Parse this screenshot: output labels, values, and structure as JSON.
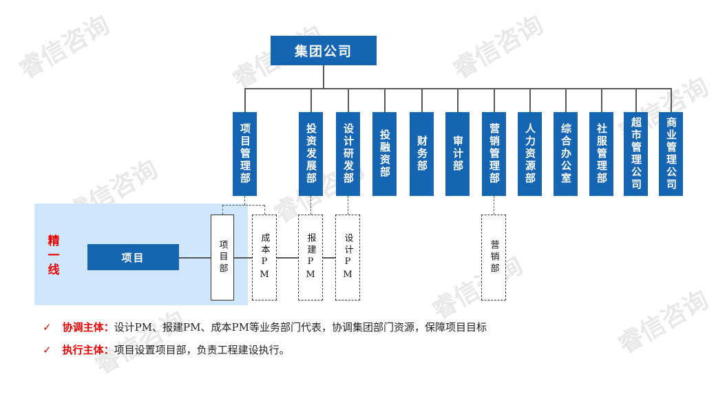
{
  "root": "集团公司",
  "departments": [
    "项目管理部",
    "投资发展部",
    "设计研发部",
    "投融资部",
    "财务部",
    "审计部",
    "营销管理部",
    "人力资源部",
    "综合办公室",
    "社服管理部",
    "超市管理公司",
    "商业管理公司"
  ],
  "side_label": "精一线",
  "project_box": "项目",
  "project_dept": "项目部",
  "dashed_roles": [
    "成本PM",
    "报建PM",
    "设计PM"
  ],
  "marketing_role": "营销部",
  "bullets": [
    {
      "label": "协调主体：",
      "text": "设计PM、报建PM、成本PM等业务部门代表，协调集团部门资源，保障项目目标"
    },
    {
      "label": "执行主体：",
      "text": "项目设置项目部，负责工程建设执行。"
    }
  ],
  "check_mark": "✓",
  "watermark": "睿信咨询",
  "colors": {
    "box": "#1565b3",
    "highlight": "#cfe6fb",
    "accent": "#e00000"
  }
}
